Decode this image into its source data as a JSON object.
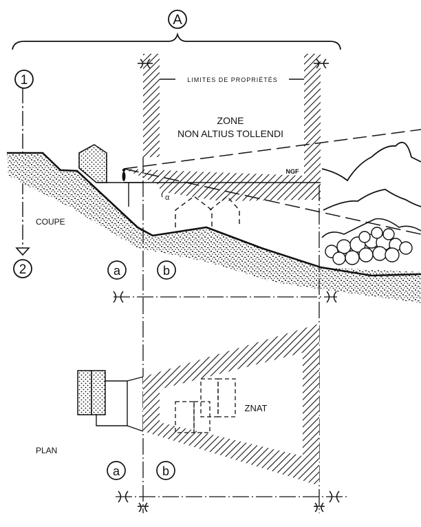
{
  "diagram": {
    "type": "architectural section and plan",
    "labels": {
      "marker_A": "A",
      "marker_1": "1",
      "marker_2": "2",
      "limites": "LIMITES DE PROPRIÉTÉS",
      "zone_line1": "ZONE",
      "zone_line2": "NON  ALTIUS  TOLLENDI",
      "ngf": "NGF",
      "alpha": "α",
      "coupe": "COUPE",
      "plan": "PLAN",
      "znat": "ZNAT",
      "marker_a_section": "a",
      "marker_b_section": "b",
      "marker_a_plan": "a",
      "marker_b_plan": "b"
    },
    "colors": {
      "ink": "#111111",
      "paper": "#ffffff"
    }
  }
}
